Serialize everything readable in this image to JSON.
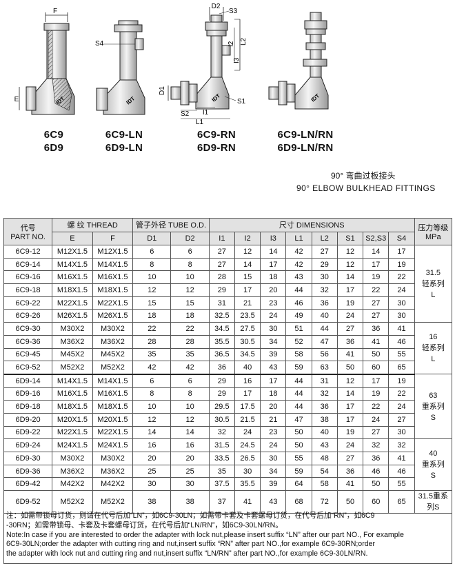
{
  "drawing_labels": {
    "F": "F",
    "E": "E",
    "S4": "S4",
    "idt": "IDT",
    "D2": "D2",
    "S3": "S3",
    "L2": "L2",
    "I2": "I2",
    "I3": "I3",
    "D1": "D1",
    "I1": "I1",
    "S2": "S2",
    "L1": "L1",
    "S1": "S1"
  },
  "models": [
    {
      "a": "6C9",
      "b": "6D9"
    },
    {
      "a": "6C9-LN",
      "b": "6D9-LN"
    },
    {
      "a": "6C9-RN",
      "b": "6D9-RN"
    },
    {
      "a": "6C9-LN/RN",
      "b": "6D9-LN/RN"
    }
  ],
  "title_cn": "90° 弯曲过板接头",
  "title_en": "90° ELBOW BULKHEAD FITTINGS",
  "header": {
    "part_cn": "代号",
    "part_en": "PART NO.",
    "thread": "螺  纹 THREAD",
    "tube": "管子外径 TUBE O.D.",
    "dims": "尺寸    DIMENSIONS",
    "pressure_cn": "压力等级",
    "pressure_unit": "MPa",
    "cols": [
      "E",
      "F",
      "D1",
      "D2",
      "I1",
      "I2",
      "I3",
      "L1",
      "L2",
      "S1",
      "S2,S3",
      "S4"
    ]
  },
  "rows": [
    [
      "6C9-12",
      "M12X1.5",
      "M12X1.5",
      "6",
      "6",
      "27",
      "12",
      "14",
      "42",
      "27",
      "12",
      "14",
      "17"
    ],
    [
      "6C9-14",
      "M14X1.5",
      "M14X1.5",
      "8",
      "8",
      "27",
      "14",
      "17",
      "42",
      "29",
      "12",
      "17",
      "19"
    ],
    [
      "6C9-16",
      "M16X1.5",
      "M16X1.5",
      "10",
      "10",
      "28",
      "15",
      "18",
      "43",
      "30",
      "14",
      "19",
      "22"
    ],
    [
      "6C9-18",
      "M18X1.5",
      "M18X1.5",
      "12",
      "12",
      "29",
      "17",
      "20",
      "44",
      "32",
      "17",
      "22",
      "24"
    ],
    [
      "6C9-22",
      "M22X1.5",
      "M22X1.5",
      "15",
      "15",
      "31",
      "21",
      "23",
      "46",
      "36",
      "19",
      "27",
      "30"
    ],
    [
      "6C9-26",
      "M26X1.5",
      "M26X1.5",
      "18",
      "18",
      "32.5",
      "23.5",
      "24",
      "49",
      "40",
      "24",
      "27",
      "30"
    ],
    [
      "6C9-30",
      "M30X2",
      "M30X2",
      "22",
      "22",
      "34.5",
      "27.5",
      "30",
      "51",
      "44",
      "27",
      "36",
      "41"
    ],
    [
      "6C9-36",
      "M36X2",
      "M36X2",
      "28",
      "28",
      "35.5",
      "30.5",
      "34",
      "52",
      "47",
      "36",
      "41",
      "46"
    ],
    [
      "6C9-45",
      "M45X2",
      "M45X2",
      "35",
      "35",
      "36.5",
      "34.5",
      "39",
      "58",
      "56",
      "41",
      "50",
      "55"
    ],
    [
      "6C9-52",
      "M52X2",
      "M52X2",
      "42",
      "42",
      "36",
      "40",
      "43",
      "59",
      "63",
      "50",
      "60",
      "65"
    ],
    [
      "6D9-14",
      "M14X1.5",
      "M14X1.5",
      "6",
      "6",
      "29",
      "16",
      "17",
      "44",
      "31",
      "12",
      "17",
      "19"
    ],
    [
      "6D9-16",
      "M16X1.5",
      "M16X1.5",
      "8",
      "8",
      "29",
      "17",
      "18",
      "44",
      "32",
      "14",
      "19",
      "22"
    ],
    [
      "6D9-18",
      "M18X1.5",
      "M18X1.5",
      "10",
      "10",
      "29.5",
      "17.5",
      "20",
      "44",
      "36",
      "17",
      "22",
      "24"
    ],
    [
      "6D9-20",
      "M20X1.5",
      "M20X1.5",
      "12",
      "12",
      "30.5",
      "21.5",
      "21",
      "47",
      "38",
      "17",
      "24",
      "27"
    ],
    [
      "6D9-22",
      "M22X1.5",
      "M22X1.5",
      "14",
      "14",
      "32",
      "24",
      "23",
      "50",
      "40",
      "19",
      "27",
      "30"
    ],
    [
      "6D9-24",
      "M24X1.5",
      "M24X1.5",
      "16",
      "16",
      "31.5",
      "24.5",
      "24",
      "50",
      "43",
      "24",
      "32",
      "32"
    ],
    [
      "6D9-30",
      "M30X2",
      "M30X2",
      "20",
      "20",
      "33.5",
      "26.5",
      "30",
      "55",
      "48",
      "27",
      "36",
      "41"
    ],
    [
      "6D9-36",
      "M36X2",
      "M36X2",
      "25",
      "25",
      "35",
      "30",
      "34",
      "59",
      "54",
      "36",
      "46",
      "46"
    ],
    [
      "6D9-42",
      "M42X2",
      "M42X2",
      "30",
      "30",
      "37.5",
      "35.5",
      "39",
      "64",
      "58",
      "41",
      "50",
      "55"
    ],
    [
      "6D9-52",
      "M52X2",
      "M52X2",
      "38",
      "38",
      "37",
      "41",
      "43",
      "68",
      "72",
      "50",
      "60",
      "65"
    ]
  ],
  "pressure_groups": [
    {
      "value": "31.5",
      "series": "轻系列",
      "code": "L"
    },
    {
      "value": "16",
      "series": "轻系列",
      "code": "L"
    },
    {
      "value": "63",
      "series": "重系列",
      "code": "S"
    },
    {
      "value": "40",
      "series": "重系列",
      "code": "S"
    },
    {
      "value": "31.5重系列S",
      "series": "",
      "code": ""
    }
  ],
  "notes": [
    "注：如需带锁母订货，则请在代号后加“LN”，如6C9-30LN；如需带卡套及卡套螺母订货，在代号后加“RN”，如6C9",
    "-30RN；如需带锁母、卡套及卡套螺母订货，在代号后加“LN/RN”，如6C9-30LN/RN。",
    "Note:In case if you are interested to order the adapter with lock nut,please insert suffix “LN” after our part NO., For example",
    "6C9-30LN;order the adapter with cutting ring and nut,insert suffix “RN” after part NO.,for example 6C9-30RN;order",
    "the adapter with lock nut and cutting ring and nut,insert suffix “LN/RN” after part NO.,for example 6C9-30LN/RN."
  ]
}
